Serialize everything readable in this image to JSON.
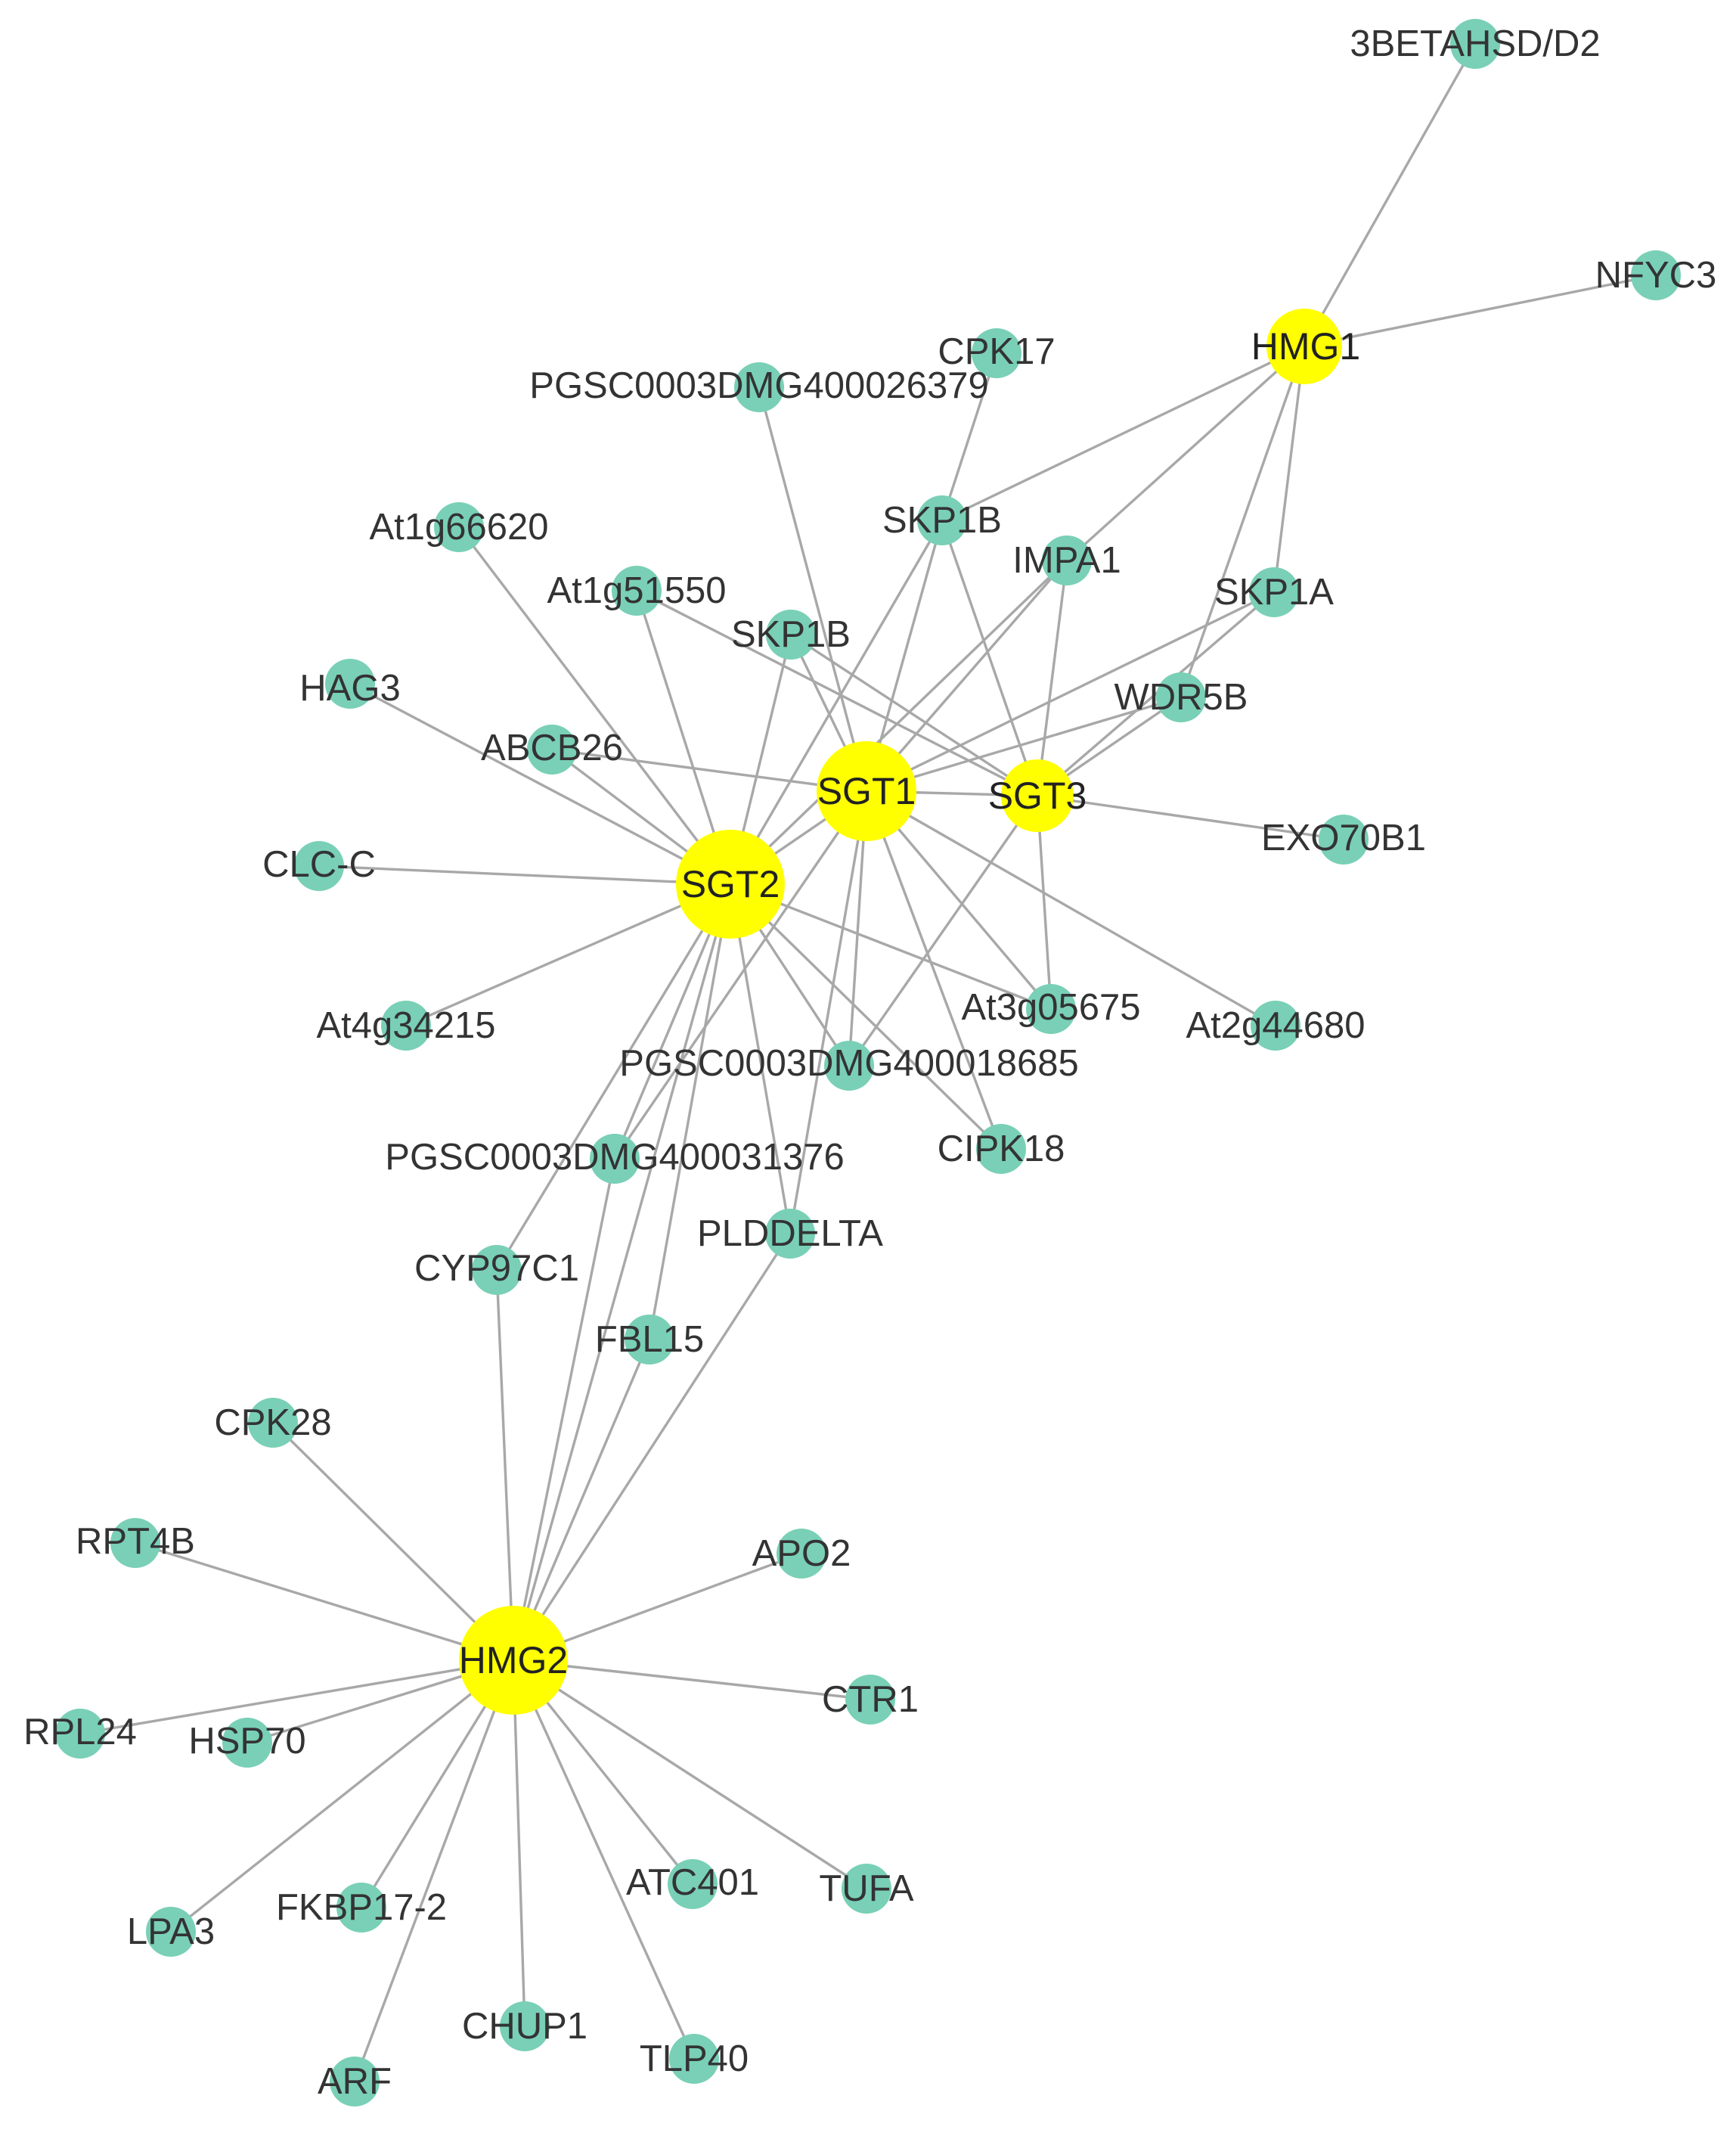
{
  "colors": {
    "hub_node": "#ffff00",
    "leaf_node": "#79d0b6",
    "edge": "#a8a8a8",
    "label": "#333333"
  },
  "nodes": [
    {
      "id": "HMG1",
      "label": "HMG1",
      "kind": "hub"
    },
    {
      "id": "HMG2",
      "label": "HMG2",
      "kind": "hub"
    },
    {
      "id": "SGT1",
      "label": "SGT1",
      "kind": "hub"
    },
    {
      "id": "SGT2",
      "label": "SGT2",
      "kind": "hub"
    },
    {
      "id": "SGT3",
      "label": "SGT3",
      "kind": "hub"
    },
    {
      "id": "3BETAHSD",
      "label": "3BETAHSD/D2",
      "kind": "leaf"
    },
    {
      "id": "NFYC3",
      "label": "NFYC3",
      "kind": "leaf"
    },
    {
      "id": "CPK17",
      "label": "CPK17",
      "kind": "leaf"
    },
    {
      "id": "PGSC26379",
      "label": "PGSC0003DMG400026379",
      "kind": "leaf"
    },
    {
      "id": "SKP1B_a",
      "label": "SKP1B",
      "kind": "leaf"
    },
    {
      "id": "IMPA1",
      "label": "IMPA1",
      "kind": "leaf"
    },
    {
      "id": "SKP1A",
      "label": "SKP1A",
      "kind": "leaf"
    },
    {
      "id": "At1g66620",
      "label": "At1g66620",
      "kind": "leaf"
    },
    {
      "id": "At1g51550",
      "label": "At1g51550",
      "kind": "leaf"
    },
    {
      "id": "SKP1B_b",
      "label": "SKP1B",
      "kind": "leaf"
    },
    {
      "id": "HAG3",
      "label": "HAG3",
      "kind": "leaf"
    },
    {
      "id": "WDR5B",
      "label": "WDR5B",
      "kind": "leaf"
    },
    {
      "id": "ABCB26",
      "label": "ABCB26",
      "kind": "leaf"
    },
    {
      "id": "EXO70B1",
      "label": "EXO70B1",
      "kind": "leaf"
    },
    {
      "id": "CLC-C",
      "label": "CLC-C",
      "kind": "leaf"
    },
    {
      "id": "At3g05675",
      "label": "At3g05675",
      "kind": "leaf"
    },
    {
      "id": "At2g44680",
      "label": "At2g44680",
      "kind": "leaf"
    },
    {
      "id": "At4g34215",
      "label": "At4g34215",
      "kind": "leaf"
    },
    {
      "id": "PGSC18685",
      "label": "PGSC0003DMG400018685",
      "kind": "leaf"
    },
    {
      "id": "CIPK18",
      "label": "CIPK18",
      "kind": "leaf"
    },
    {
      "id": "PGSC31376",
      "label": "PGSC0003DMG400031376",
      "kind": "leaf"
    },
    {
      "id": "PLDDELTA",
      "label": "PLDDELTA",
      "kind": "leaf"
    },
    {
      "id": "CYP97C1",
      "label": "CYP97C1",
      "kind": "leaf"
    },
    {
      "id": "FBL15",
      "label": "FBL15",
      "kind": "leaf"
    },
    {
      "id": "CPK28",
      "label": "CPK28",
      "kind": "leaf"
    },
    {
      "id": "RPT4B",
      "label": "RPT4B",
      "kind": "leaf"
    },
    {
      "id": "APO2",
      "label": "APO2",
      "kind": "leaf"
    },
    {
      "id": "CTR1",
      "label": "CTR1",
      "kind": "leaf"
    },
    {
      "id": "RPL24",
      "label": "RPL24",
      "kind": "leaf"
    },
    {
      "id": "HSP70",
      "label": "HSP70",
      "kind": "leaf"
    },
    {
      "id": "ATC401",
      "label": "ATC401",
      "kind": "leaf"
    },
    {
      "id": "TUFA",
      "label": "TUFA",
      "kind": "leaf"
    },
    {
      "id": "LPA3",
      "label": "LPA3",
      "kind": "leaf"
    },
    {
      "id": "FKBP17-2",
      "label": "FKBP17-2",
      "kind": "leaf"
    },
    {
      "id": "CHUP1",
      "label": "CHUP1",
      "kind": "leaf"
    },
    {
      "id": "TLP40",
      "label": "TLP40",
      "kind": "leaf"
    },
    {
      "id": "ARF",
      "label": "ARF",
      "kind": "leaf"
    }
  ],
  "edges": [
    [
      "HMG1",
      "3BETAHSD"
    ],
    [
      "HMG1",
      "NFYC3"
    ],
    [
      "HMG1",
      "SKP1B_a"
    ],
    [
      "HMG1",
      "IMPA1"
    ],
    [
      "HMG1",
      "SKP1A"
    ],
    [
      "HMG1",
      "WDR5B"
    ],
    [
      "SKP1B_a",
      "CPK17"
    ],
    [
      "SKP1B_a",
      "SGT1"
    ],
    [
      "SKP1B_a",
      "SGT2"
    ],
    [
      "SKP1B_a",
      "SGT3"
    ],
    [
      "IMPA1",
      "SGT1"
    ],
    [
      "IMPA1",
      "SGT2"
    ],
    [
      "IMPA1",
      "SGT3"
    ],
    [
      "SKP1A",
      "SGT1"
    ],
    [
      "SKP1A",
      "SGT3"
    ],
    [
      "WDR5B",
      "SGT1"
    ],
    [
      "WDR5B",
      "SGT3"
    ],
    [
      "PGSC26379",
      "SGT1"
    ],
    [
      "At1g66620",
      "SGT2"
    ],
    [
      "At1g51550",
      "SGT2"
    ],
    [
      "At1g51550",
      "SGT3"
    ],
    [
      "SKP1B_b",
      "SGT2"
    ],
    [
      "SKP1B_b",
      "SGT1"
    ],
    [
      "SKP1B_b",
      "SGT3"
    ],
    [
      "HAG3",
      "SGT2"
    ],
    [
      "ABCB26",
      "SGT2"
    ],
    [
      "ABCB26",
      "SGT1"
    ],
    [
      "CLC-C",
      "SGT2"
    ],
    [
      "At4g34215",
      "SGT2"
    ],
    [
      "SGT1",
      "SGT2"
    ],
    [
      "SGT1",
      "SGT3"
    ],
    [
      "SGT3",
      "EXO70B1"
    ],
    [
      "SGT3",
      "At3g05675"
    ],
    [
      "SGT3",
      "PGSC18685"
    ],
    [
      "SGT1",
      "At3g05675"
    ],
    [
      "SGT1",
      "At2g44680"
    ],
    [
      "SGT1",
      "CIPK18"
    ],
    [
      "SGT1",
      "PGSC18685"
    ],
    [
      "SGT1",
      "PGSC31376"
    ],
    [
      "SGT1",
      "PLDDELTA"
    ],
    [
      "SGT2",
      "At3g05675"
    ],
    [
      "SGT2",
      "PGSC18685"
    ],
    [
      "SGT2",
      "CIPK18"
    ],
    [
      "SGT2",
      "PLDDELTA"
    ],
    [
      "SGT2",
      "PGSC31376"
    ],
    [
      "SGT2",
      "CYP97C1"
    ],
    [
      "SGT2",
      "FBL15"
    ],
    [
      "SGT2",
      "HMG2"
    ],
    [
      "HMG2",
      "CYP97C1"
    ],
    [
      "HMG2",
      "PGSC31376"
    ],
    [
      "HMG2",
      "FBL15"
    ],
    [
      "HMG2",
      "PLDDELTA"
    ],
    [
      "HMG2",
      "CPK28"
    ],
    [
      "HMG2",
      "RPT4B"
    ],
    [
      "HMG2",
      "APO2"
    ],
    [
      "HMG2",
      "CTR1"
    ],
    [
      "HMG2",
      "RPL24"
    ],
    [
      "HMG2",
      "HSP70"
    ],
    [
      "HMG2",
      "ATC401"
    ],
    [
      "HMG2",
      "TUFA"
    ],
    [
      "HMG2",
      "LPA3"
    ],
    [
      "HMG2",
      "FKBP17-2"
    ],
    [
      "HMG2",
      "CHUP1"
    ],
    [
      "HMG2",
      "TLP40"
    ],
    [
      "HMG2",
      "ARF"
    ]
  ]
}
